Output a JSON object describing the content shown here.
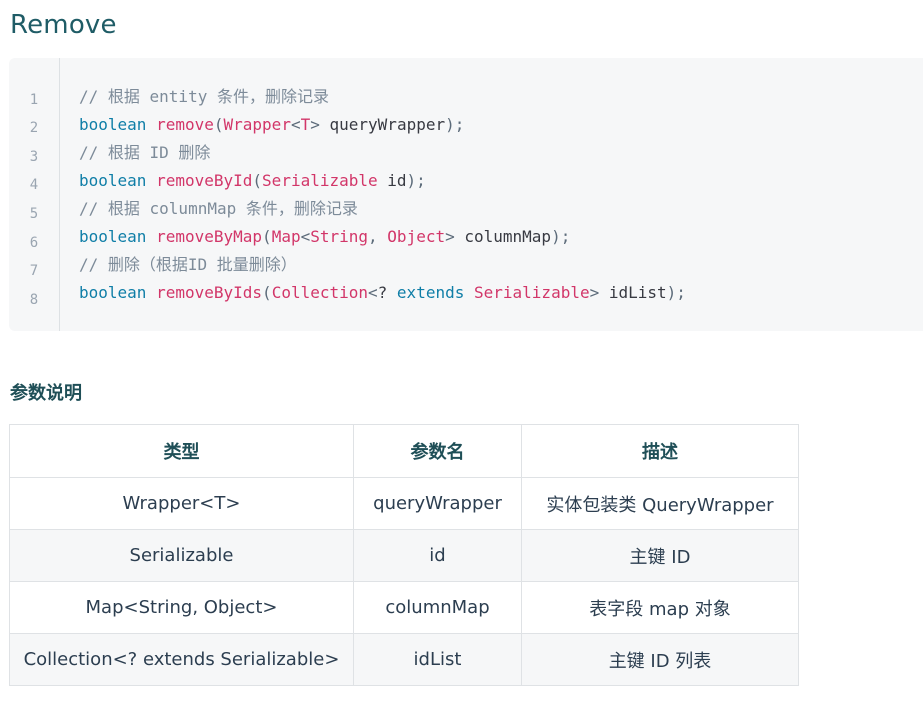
{
  "page": {
    "title": "Remove"
  },
  "code": {
    "line_numbers": [
      "1",
      "2",
      "3",
      "4",
      "5",
      "6",
      "7",
      "8"
    ],
    "lines": [
      [
        {
          "t": "comment",
          "v": "// 根据 entity 条件，删除记录"
        }
      ],
      [
        {
          "t": "keyword",
          "v": "boolean"
        },
        {
          "t": "plain",
          "v": " "
        },
        {
          "t": "function",
          "v": "remove"
        },
        {
          "t": "punct",
          "v": "("
        },
        {
          "t": "type",
          "v": "Wrapper"
        },
        {
          "t": "punct",
          "v": "<"
        },
        {
          "t": "type",
          "v": "T"
        },
        {
          "t": "punct",
          "v": ">"
        },
        {
          "t": "plain",
          "v": " queryWrapper"
        },
        {
          "t": "punct",
          "v": ");"
        }
      ],
      [
        {
          "t": "comment",
          "v": "// 根据 ID 删除"
        }
      ],
      [
        {
          "t": "keyword",
          "v": "boolean"
        },
        {
          "t": "plain",
          "v": " "
        },
        {
          "t": "function",
          "v": "removeById"
        },
        {
          "t": "punct",
          "v": "("
        },
        {
          "t": "type",
          "v": "Serializable"
        },
        {
          "t": "plain",
          "v": " id"
        },
        {
          "t": "punct",
          "v": ");"
        }
      ],
      [
        {
          "t": "comment",
          "v": "// 根据 columnMap 条件，删除记录"
        }
      ],
      [
        {
          "t": "keyword",
          "v": "boolean"
        },
        {
          "t": "plain",
          "v": " "
        },
        {
          "t": "function",
          "v": "removeByMap"
        },
        {
          "t": "punct",
          "v": "("
        },
        {
          "t": "type",
          "v": "Map"
        },
        {
          "t": "punct",
          "v": "<"
        },
        {
          "t": "type",
          "v": "String"
        },
        {
          "t": "punct",
          "v": ", "
        },
        {
          "t": "type",
          "v": "Object"
        },
        {
          "t": "punct",
          "v": ">"
        },
        {
          "t": "plain",
          "v": " columnMap"
        },
        {
          "t": "punct",
          "v": ");"
        }
      ],
      [
        {
          "t": "comment",
          "v": "// 删除（根据ID 批量删除）"
        }
      ],
      [
        {
          "t": "keyword",
          "v": "boolean"
        },
        {
          "t": "plain",
          "v": " "
        },
        {
          "t": "function",
          "v": "removeByIds"
        },
        {
          "t": "punct",
          "v": "("
        },
        {
          "t": "type",
          "v": "Collection"
        },
        {
          "t": "punct",
          "v": "<"
        },
        {
          "t": "plain",
          "v": "? "
        },
        {
          "t": "keyword",
          "v": "extends"
        },
        {
          "t": "plain",
          "v": " "
        },
        {
          "t": "type",
          "v": "Serializable"
        },
        {
          "t": "punct",
          "v": ">"
        },
        {
          "t": "plain",
          "v": " idList"
        },
        {
          "t": "punct",
          "v": ");"
        }
      ]
    ]
  },
  "params_section": {
    "title": "参数说明",
    "headers": {
      "type": "类型",
      "name": "参数名",
      "desc": "描述"
    },
    "rows": [
      {
        "type": "Wrapper<T>",
        "name": "queryWrapper",
        "desc": "实体包装类 QueryWrapper"
      },
      {
        "type": "Serializable",
        "name": "id",
        "desc": "主键 ID"
      },
      {
        "type": "Map<String, Object>",
        "name": "columnMap",
        "desc": "表字段 map 对象"
      },
      {
        "type": "Collection<? extends Serializable>",
        "name": "idList",
        "desc": "主键 ID 列表"
      }
    ]
  },
  "colors": {
    "title": "#1f5c66",
    "keyword": "#0f7ea7",
    "function": "#d23669",
    "comment": "#7d8b99",
    "code_background": "#f6f7f8"
  }
}
